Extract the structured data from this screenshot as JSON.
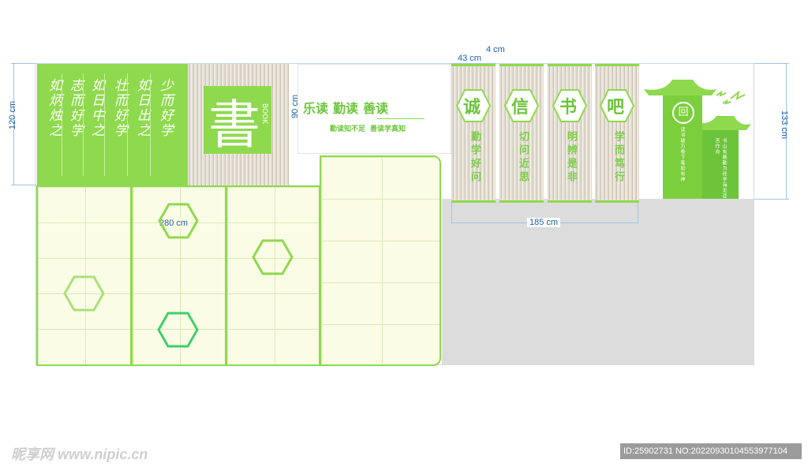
{
  "dimensions": {
    "height_left": "120 cm",
    "width_bottom": "280 cm",
    "height_mid": "90 cm",
    "panel_width": "43 cm",
    "gap": "4 cm",
    "banners_width": "185 cm",
    "height_right": "133 cm"
  },
  "poem_columns": [
    "少而好学",
    "如日出之",
    "壮而好学",
    "如日中之",
    "志而好学",
    "如炳烛之"
  ],
  "book_sign": {
    "char": "書",
    "sub": "BOOK"
  },
  "slogan": {
    "items": [
      "乐读",
      "勤读",
      "善读"
    ],
    "sub": [
      "勤读知不足",
      "善读学真知"
    ]
  },
  "banners": [
    {
      "char": "诚",
      "sub": "勤学好问"
    },
    {
      "char": "信",
      "sub": "切问近思"
    },
    {
      "char": "书",
      "sub": "明辨是非"
    },
    {
      "char": "吧",
      "sub": "学而笃行"
    }
  ],
  "tower": {
    "emblem": "回",
    "text_left": "读书破万卷下笔如有神",
    "text_right": "书山有路勤为径学海无涯苦作舟"
  },
  "watermark_left": "昵享网 www.nipic.cn",
  "watermark_right": "ID:25902731 NO:20220930104553977104",
  "colors": {
    "accent": "#8ed94d",
    "dark_accent": "#5fb92a",
    "cream": "#fbfce6",
    "dimension": "#1f5fa8"
  }
}
